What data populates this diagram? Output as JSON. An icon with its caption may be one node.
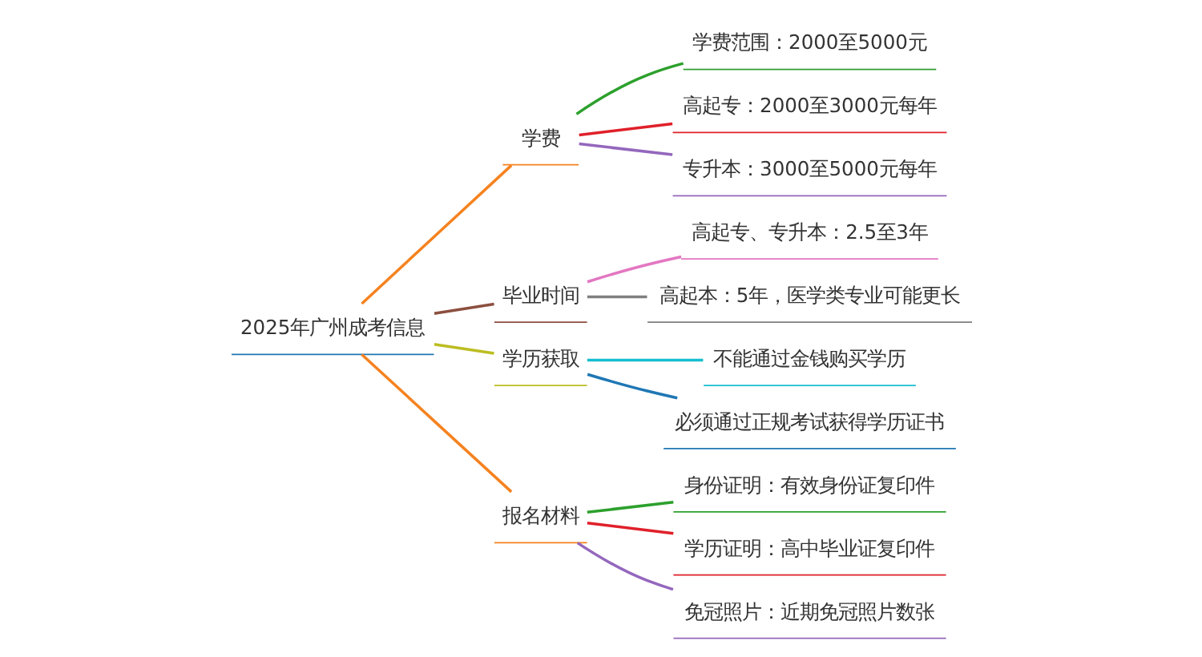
{
  "diagram": {
    "nodes": [
      {
        "text": [
          "2025年广州成考信息"
        ]
      },
      {
        "text": [
          "学费"
        ]
      },
      {
        "text": [
          "学费范围：2000至5000元"
        ]
      },
      {
        "text": [
          "高起专：2000至3000元每年"
        ]
      },
      {
        "text": [
          "专升本：3000至5000元每年"
        ]
      },
      {
        "text": [
          "毕业时间"
        ]
      },
      {
        "text": [
          "高起专、专升本：2.5至3年"
        ]
      },
      {
        "text": [
          "高起本：5年，医学类专业可能更长"
        ]
      },
      {
        "text": [
          "学历获取"
        ]
      },
      {
        "text": [
          "不能通过金钱购买学历"
        ]
      },
      {
        "text": [
          "必须通过正规考试获得学历证书"
        ]
      },
      {
        "text": [
          "报名材料"
        ]
      },
      {
        "text": [
          "身份证明：有效身份证复印件"
        ]
      },
      {
        "text": [
          "学历证明：高中毕业证复印件"
        ]
      },
      {
        "text": [
          "免冠照片：近期免冠照片数张"
        ]
      }
    ],
    "edges": [
      {
        "from": 0,
        "to": 1,
        "arrow": "none",
        "color": "#f5821f"
      },
      {
        "from": 1,
        "to": 2,
        "arrow": "none",
        "color": "#2ca02c"
      },
      {
        "from": 1,
        "to": 3,
        "arrow": "none",
        "color": "#e0202a"
      },
      {
        "from": 1,
        "to": 4,
        "arrow": "none",
        "color": "#9467bd"
      },
      {
        "from": 0,
        "to": 5,
        "arrow": "none",
        "color": "#8c4f3f"
      },
      {
        "from": 5,
        "to": 6,
        "arrow": "none",
        "color": "#e377c2"
      },
      {
        "from": 5,
        "to": 7,
        "arrow": "none",
        "color": "#7f7f7f"
      },
      {
        "from": 0,
        "to": 8,
        "arrow": "none",
        "color": "#bcbd22"
      },
      {
        "from": 8,
        "to": 9,
        "arrow": "none",
        "color": "#17becf"
      },
      {
        "from": 8,
        "to": 10,
        "arrow": "none",
        "color": "#1f77b4"
      },
      {
        "from": 0,
        "to": 11,
        "arrow": "none",
        "color": "#f5821f"
      },
      {
        "from": 11,
        "to": 12,
        "arrow": "none",
        "color": "#2ca02c"
      },
      {
        "from": 11,
        "to": 13,
        "arrow": "none",
        "color": "#e0202a"
      },
      {
        "from": 11,
        "to": 14,
        "arrow": "none",
        "color": "#9467bd"
      }
    ]
  }
}
